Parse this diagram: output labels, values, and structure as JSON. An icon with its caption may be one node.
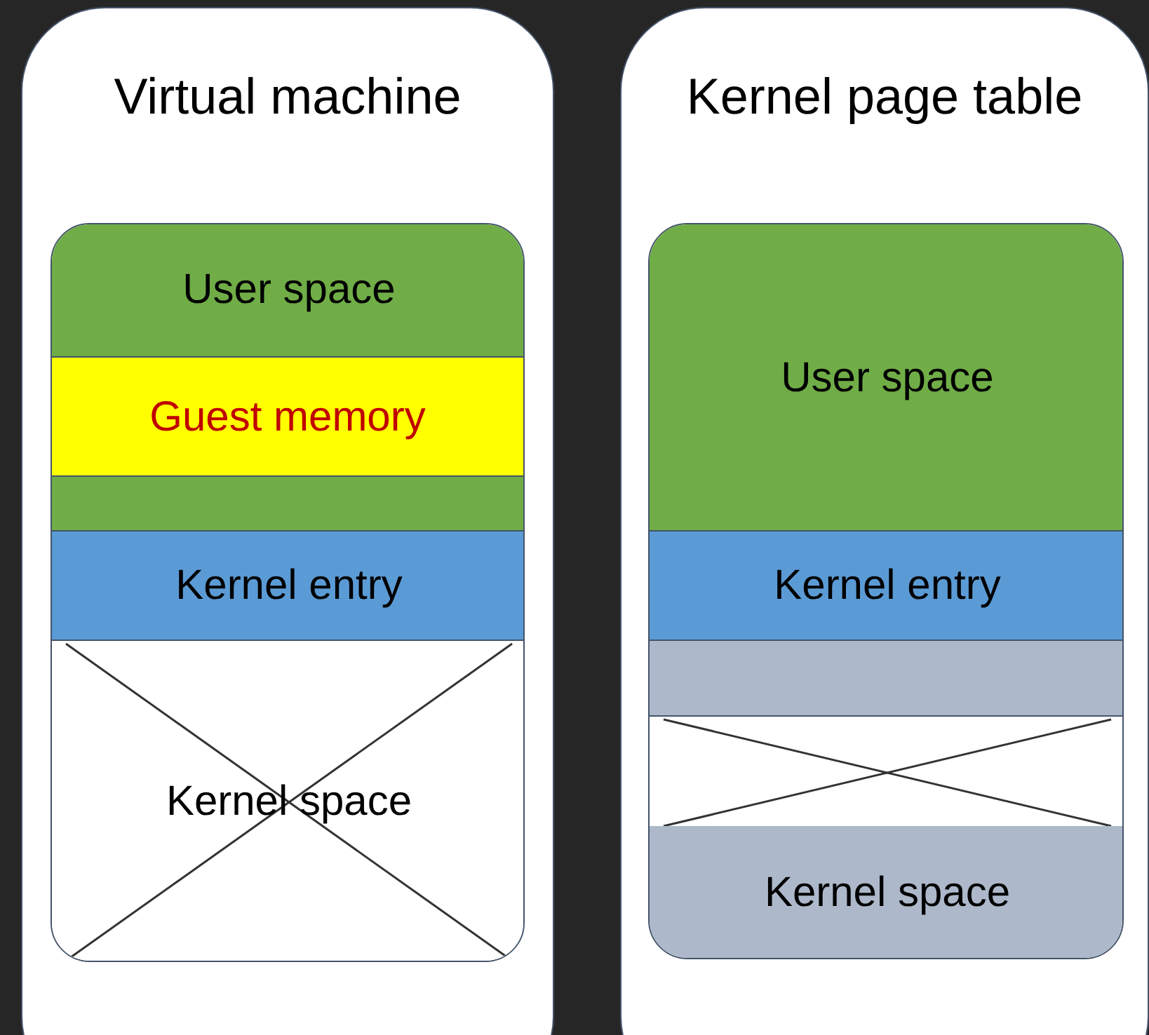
{
  "diagram": {
    "nodes": [
      {
        "text": [
          "Virtual machine"
        ]
      },
      {
        "text": [],
        "shape": "box",
        "in": 0
      },
      {
        "text": [
          "User space"
        ],
        "in": 1
      },
      {
        "text": [
          "Guest memory"
        ],
        "in": 2
      },
      {
        "text": [
          "Kernel entry"
        ],
        "in": 1
      },
      {
        "text": [
          "Kernel space"
        ],
        "in": 1
      },
      {
        "text": [
          "Kernel page table"
        ]
      },
      {
        "text": [],
        "shape": "box",
        "in": 6
      },
      {
        "text": [
          "User space"
        ],
        "in": 7
      },
      {
        "text": [
          "Kernel entry"
        ],
        "in": 7
      },
      {
        "text": [],
        "shape": "bar",
        "in": 7
      },
      {
        "text": [],
        "shape": "box",
        "in": 7
      },
      {
        "text": [
          "Kernel space"
        ],
        "in": 7
      }
    ]
  }
}
